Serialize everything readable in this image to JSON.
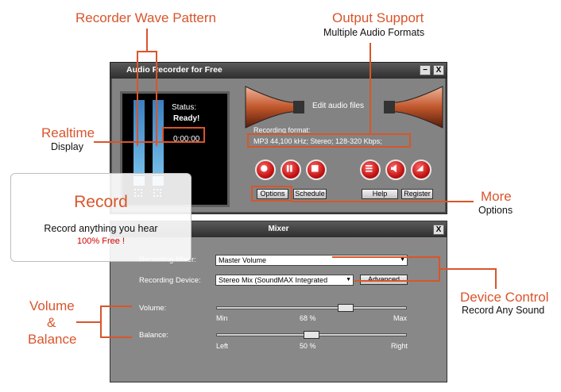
{
  "annotations": {
    "wave": {
      "title": "Recorder Wave Pattern"
    },
    "output": {
      "title": "Output Support",
      "sub": "Multiple Audio Formats"
    },
    "realtime": {
      "title": "Realtime",
      "sub": "Display"
    },
    "more": {
      "title": "More",
      "sub": "Options"
    },
    "device": {
      "title": "Device Control",
      "sub": "Record Any Sound"
    },
    "volume": {
      "line1": "Volume",
      "line2": "&",
      "line3": "Balance"
    },
    "record": {
      "title": "Record",
      "sub": "Record anything you hear",
      "free": "100% Free !"
    }
  },
  "recorder": {
    "title": "Audio Recorder for Free",
    "minimize": "−",
    "close": "X",
    "status_label": "Status:",
    "status_value": "Ready!",
    "time": "0:00:00",
    "edit_label": "Edit audio files",
    "format_label": "Recording format:",
    "format_value": "MP3 44,100 kHz; Stereo;  128-320 Kbps;",
    "buttons": {
      "options": "Options",
      "schedule": "Schedule",
      "help": "Help",
      "register": "Register"
    }
  },
  "mixer": {
    "title": "Mixer",
    "close": "X",
    "recording_mixer_label": "Recording Mixer:",
    "recording_mixer_value": "Master Volume",
    "recording_device_label": "Recording Device:",
    "recording_device_value": "Stereo Mix (SoundMAX Integrated",
    "advanced": "Advanced",
    "volume_label": "Volume:",
    "volume_min": "Min",
    "volume_value": "68 %",
    "volume_max": "Max",
    "volume_level": 0.68,
    "balance_label": "Balance:",
    "balance_left": "Left",
    "balance_value": "50 %",
    "balance_right": "Right",
    "balance_level": 0.5
  },
  "colors": {
    "accent": "#d9552b",
    "record_red": "#c51414"
  }
}
